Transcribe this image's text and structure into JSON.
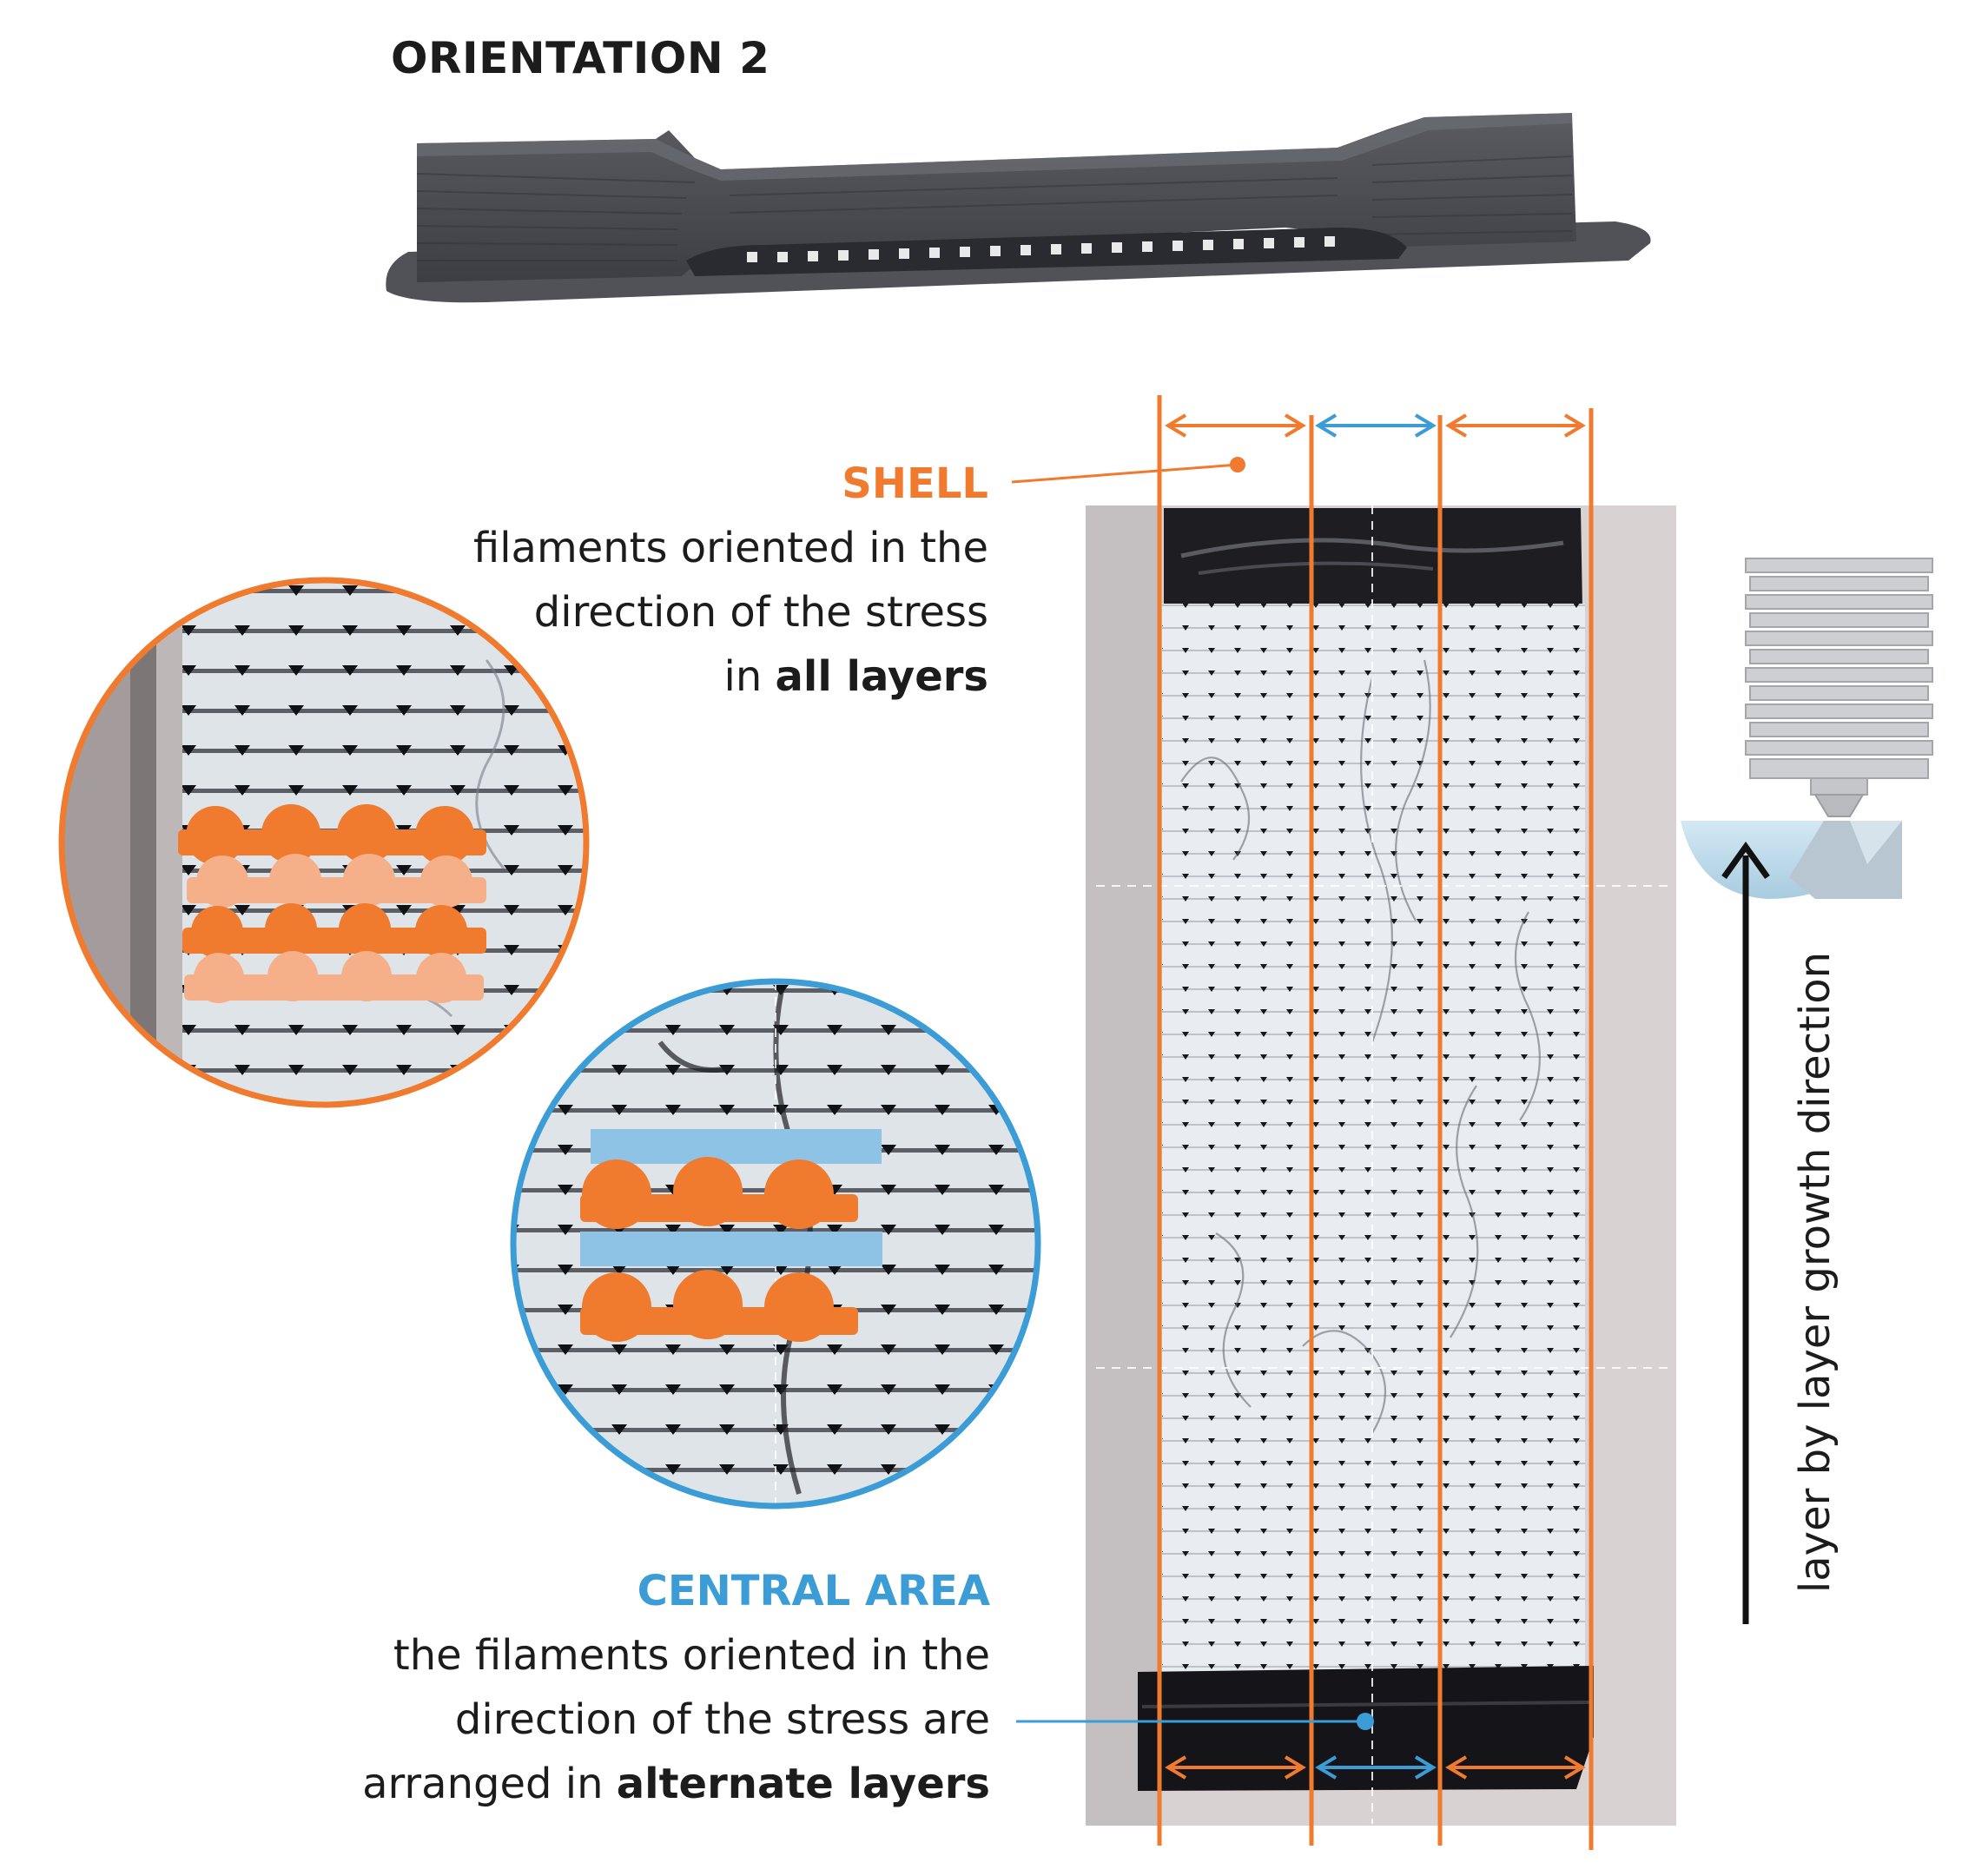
{
  "title": "ORIENTATION 2",
  "shell": {
    "heading": "SHELL",
    "line1": "filaments oriented in the",
    "line2": "direction of the stress",
    "line3_prefix": "in ",
    "line3_bold": "all layers"
  },
  "central": {
    "heading": "CENTRAL AREA",
    "line1": "the filaments oriented in the",
    "line2": "direction of the stress are",
    "line3_prefix": "arranged in ",
    "line3_bold": "alternate layers"
  },
  "growth_label": "layer by layer growth direction",
  "colors": {
    "shell": "#f07a2d",
    "shell_light": "#f5b08a",
    "central": "#3b9cd6",
    "central_light": "#8fc3e6",
    "specimen_dark": "#4a4c52",
    "photo_background": "#d8d2d3",
    "filament_white": "#e6eaee",
    "nozzle": "#c9cacd"
  },
  "icons": [
    "printer-nozzle-icon",
    "growth-direction-arrow-icon"
  ]
}
